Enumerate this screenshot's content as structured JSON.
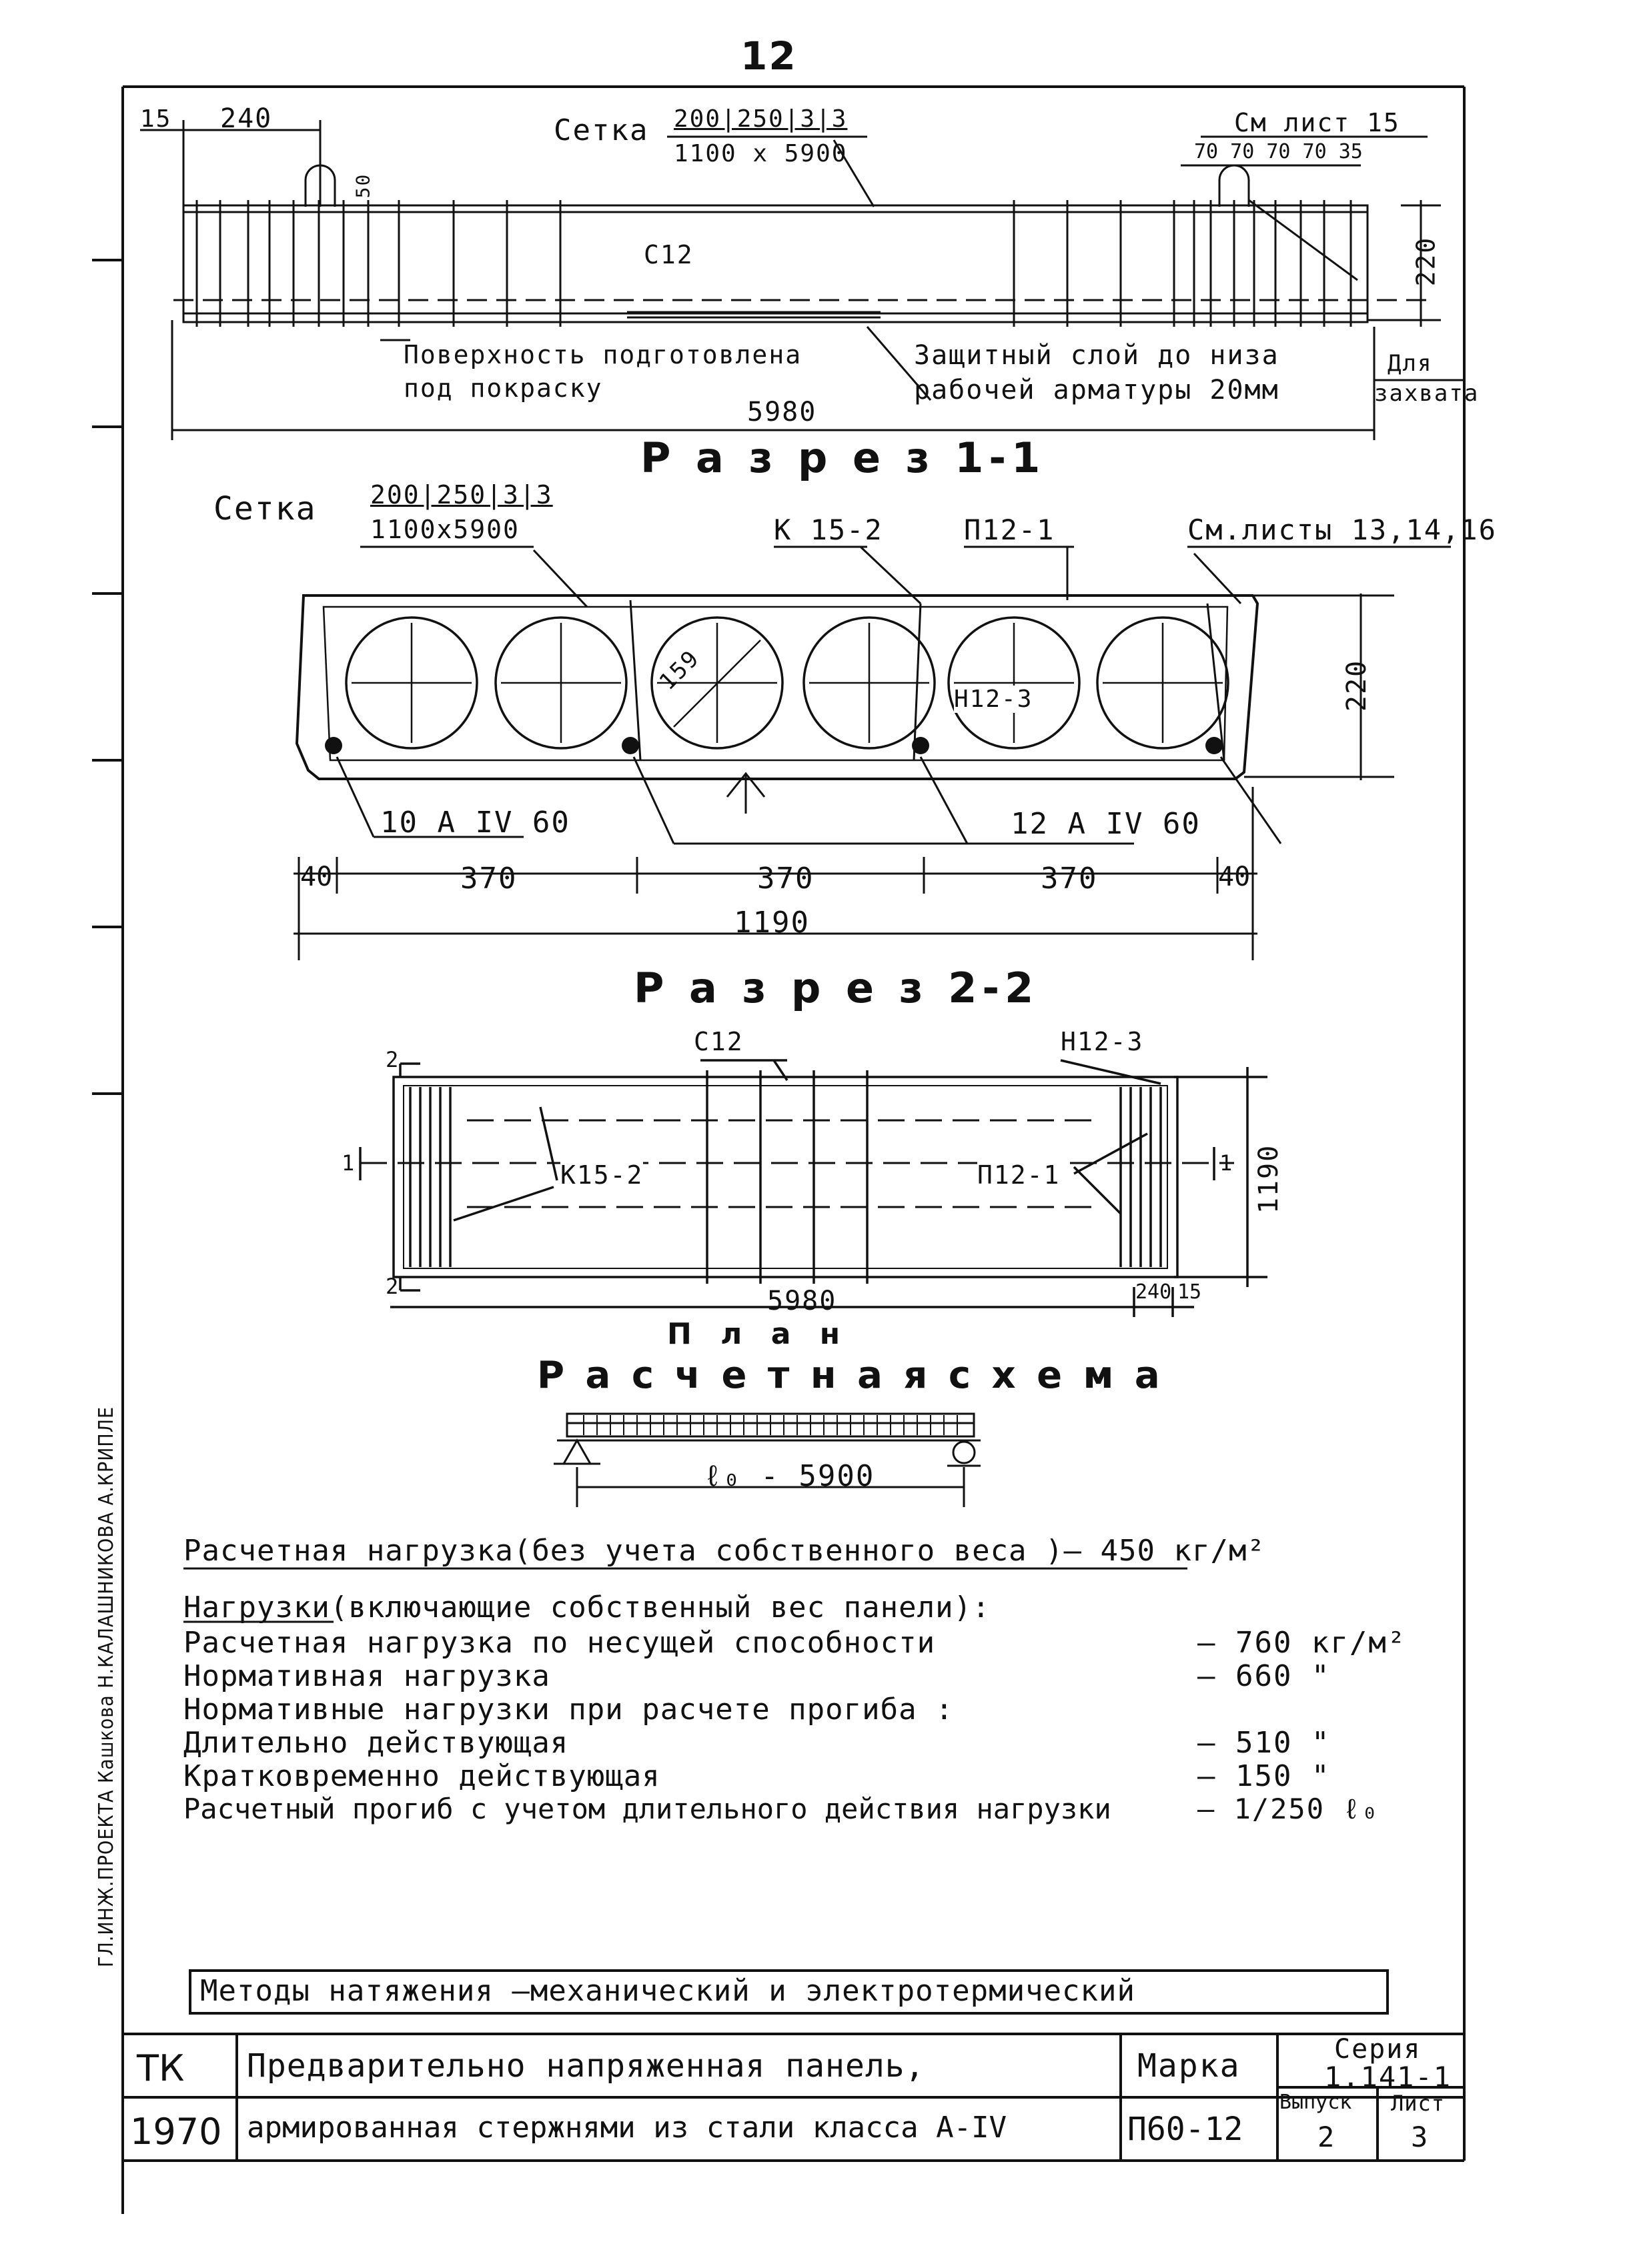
{
  "sheet": {
    "page_number": "12"
  },
  "top_view": {
    "dim_15": "15",
    "dim_240": "240",
    "mesh_label": "Сетка",
    "mesh_spec_top": "200|250|3|3",
    "mesh_spec_bottom": "1100 x 5900",
    "hook_dim": "50",
    "bar_label": "С12",
    "ref_sheet": "См лист 15",
    "dims_right": "70 70 70 70 35",
    "height_dim": "220",
    "note_surface_1": "Поверхность подготовлена",
    "note_surface_2": "под покраску",
    "note_cover_1": "Защитный слой до низа",
    "note_cover_2": "рабочей арматуры 20мм",
    "note_lift_1": "Для",
    "note_lift_2": "захвата",
    "length_dim": "5980"
  },
  "section_1": {
    "title": "Р а з р е з 1-1",
    "mesh_label": "Сетка",
    "mesh_spec_top": "200|250|3|3",
    "mesh_spec_bottom": "1100x5900",
    "frame_label": "К 15-2",
    "cage_label": "П12-1",
    "ref_sheets": "См.листы 13,14,16",
    "diameter_label": "159",
    "bar_label_n": "Н12-3",
    "height_dim": "220",
    "rebar_left": "10 А IV 60",
    "rebar_right": "12 А IV 60",
    "dim_40_left": "40",
    "dim_370_a": "370",
    "dim_370_b": "370",
    "dim_370_c": "370",
    "dim_40_right": "40",
    "width_dim": "1190"
  },
  "section_2": {
    "title": "Р а з р е з 2-2",
    "bar_label": "С12",
    "bar_label_n": "Н12-3",
    "cut_mark_top": "2",
    "cut_mark_bottom": "2",
    "cut_mark_left": "1",
    "cut_mark_right": "1",
    "frame_label": "К15-2",
    "cage_label": "П12-1",
    "width_dim": "1190",
    "length_dim": "5980",
    "dim_240": "240",
    "dim_15": "15",
    "plan_title": "П л а н"
  },
  "scheme": {
    "title": "Р а с ч е т н а я   с х е м а",
    "span_label": "ℓ₀ - 5900"
  },
  "loads": {
    "design_load": "Расчетная нагрузка(без учета собственного веса )— 450 кг/м²",
    "header": "Нагрузки(включающие собственный вес панели):",
    "rows": [
      {
        "label": "Расчетная  нагрузка по несущей способности",
        "value": "— 760  кг/м²"
      },
      {
        "label": "Нормативная нагрузка",
        "value": "— 660   \""
      },
      {
        "label": "Нормативные  нагрузки  при расчете  прогиба :",
        "value": ""
      },
      {
        "label": "Длительно действующая",
        "value": "— 510   \""
      },
      {
        "label": "Кратковременно  действующая",
        "value": "— 150   \""
      },
      {
        "label": "Расчетный прогиб с учетом длительного действия нагрузки",
        "value": "— 1/250 ℓ₀"
      }
    ]
  },
  "methods": {
    "text": "Методы натяжения  —механический и электротермический"
  },
  "title_block": {
    "org": "ТК",
    "year": "1970",
    "title_line_1": "Предварительно напряженная  панель,",
    "title_line_2": "армированная стержнями из стали класса А-IV",
    "mark_label": "Марка",
    "mark_value": "П60-12",
    "series_label": "Серия",
    "series_value": "1.141-1",
    "issue_label": "Выпуск",
    "issue_value": "2",
    "sheet_label": "Лист",
    "sheet_value": "3"
  },
  "side_stamp": {
    "text": "ГЛ.ИНЖ.ПРОЕКТА  Кашкова Н.КАЛАШНИКОВА   А.КРИПЛЕ"
  }
}
